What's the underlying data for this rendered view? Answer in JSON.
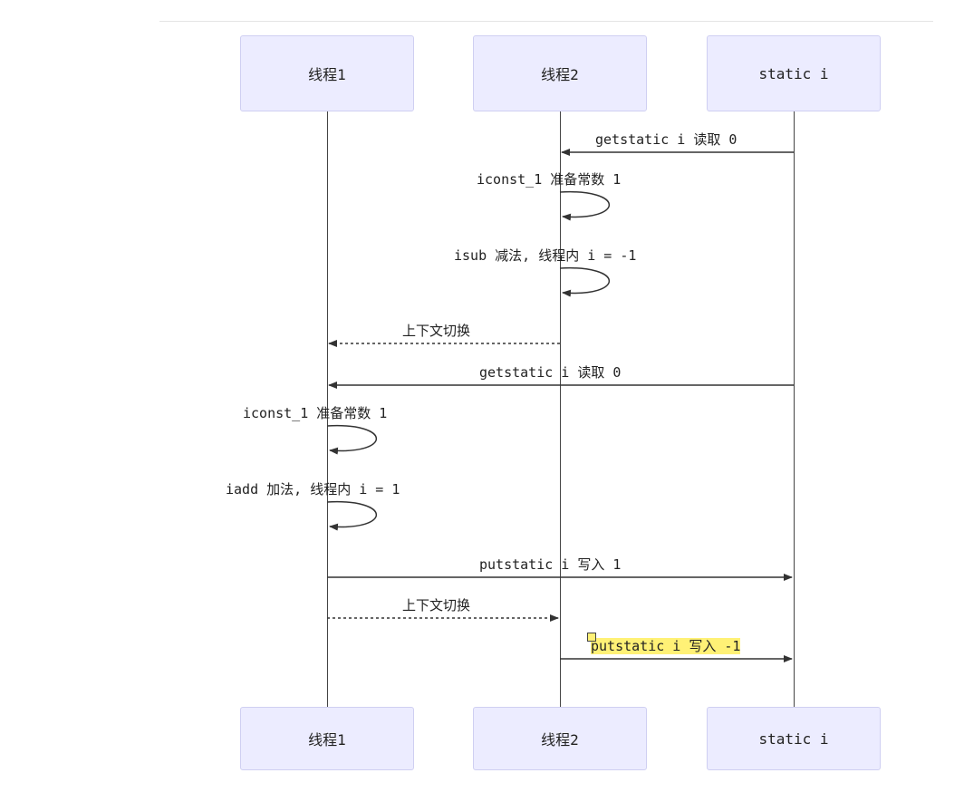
{
  "actors": [
    {
      "label": "线程1"
    },
    {
      "label": "线程2"
    },
    {
      "label": "static i"
    }
  ],
  "messages": [
    {
      "text": "getstatic i 读取 0",
      "from": "static i",
      "to": "线程2",
      "style": "solid"
    },
    {
      "text": "iconst_1 准备常数 1",
      "from": "线程2",
      "to": "线程2",
      "style": "self"
    },
    {
      "text": "isub 减法, 线程内 i = -1",
      "from": "线程2",
      "to": "线程2",
      "style": "self"
    },
    {
      "text": "上下文切换",
      "from": "线程2",
      "to": "线程1",
      "style": "dashed"
    },
    {
      "text": "getstatic i 读取 0",
      "from": "static i",
      "to": "线程1",
      "style": "solid"
    },
    {
      "text": "iconst_1 准备常数 1",
      "from": "线程1",
      "to": "线程1",
      "style": "self"
    },
    {
      "text": "iadd 加法, 线程内 i = 1",
      "from": "线程1",
      "to": "线程1",
      "style": "self"
    },
    {
      "text": "putstatic i 写入 1",
      "from": "线程1",
      "to": "static i",
      "style": "solid"
    },
    {
      "text": "上下文切换",
      "from": "线程1",
      "to": "线程2",
      "style": "dashed"
    },
    {
      "text": "putstatic i 写入 -1",
      "from": "线程2",
      "to": "static i",
      "style": "solid",
      "highlight": true
    }
  ],
  "colors": {
    "actor_fill": "#ececff",
    "actor_border": "#cfcff2",
    "line": "#444444",
    "highlight": "#fff176"
  }
}
